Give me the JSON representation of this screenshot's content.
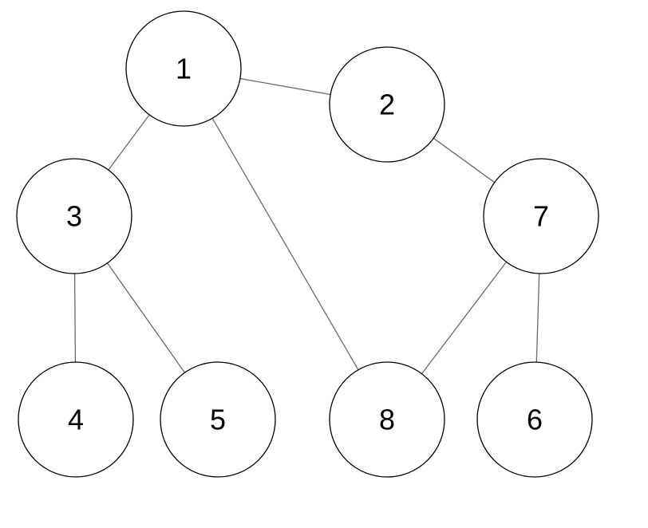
{
  "graph": {
    "nodes": [
      {
        "id": "1",
        "label": "1"
      },
      {
        "id": "2",
        "label": "2"
      },
      {
        "id": "3",
        "label": "3"
      },
      {
        "id": "4",
        "label": "4"
      },
      {
        "id": "5",
        "label": "5"
      },
      {
        "id": "6",
        "label": "6"
      },
      {
        "id": "7",
        "label": "7"
      },
      {
        "id": "8",
        "label": "8"
      }
    ],
    "edges": [
      {
        "from": "1",
        "to": "2"
      },
      {
        "from": "1",
        "to": "3"
      },
      {
        "from": "1",
        "to": "8"
      },
      {
        "from": "2",
        "to": "7"
      },
      {
        "from": "3",
        "to": "4"
      },
      {
        "from": "3",
        "to": "5"
      },
      {
        "from": "7",
        "to": "8"
      },
      {
        "from": "7",
        "to": "6"
      }
    ]
  }
}
